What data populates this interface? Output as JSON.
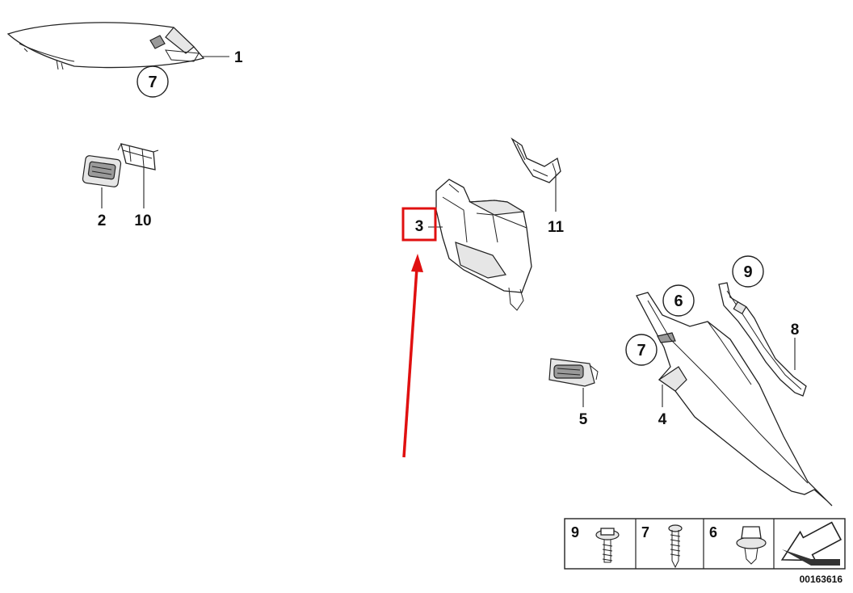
{
  "diagram": {
    "callouts": {
      "part1": "1",
      "part2": "2",
      "part3": "3",
      "part4": "4",
      "part5": "5",
      "part6_circle": "6",
      "part7_circle_top": "7",
      "part7_circle_mid": "7",
      "part8": "8",
      "part9_circle": "9",
      "part10": "10",
      "part11": "11"
    },
    "highlight": {
      "label": "3",
      "color": "#e01010"
    },
    "arrow": {
      "color": "#e01010"
    },
    "legend": {
      "items": [
        {
          "label": "9",
          "icon": "bolt-with-washer-icon"
        },
        {
          "label": "7",
          "icon": "screw-icon"
        },
        {
          "label": "6",
          "icon": "push-clip-icon"
        },
        {
          "label": "",
          "icon": "direction-arrow-icon"
        }
      ]
    },
    "diagram_code": "00163616"
  }
}
